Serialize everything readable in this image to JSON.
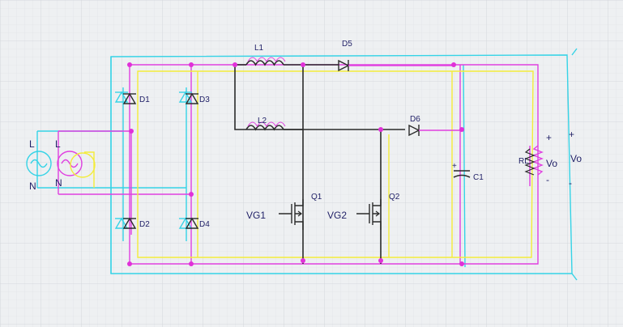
{
  "labels": {
    "L1": "L1",
    "L2": "L2",
    "D1": "D1",
    "D2": "D2",
    "D3": "D3",
    "D4": "D4",
    "D5": "D5",
    "D6": "D6",
    "Q1": "Q1",
    "Q2": "Q2",
    "VG1": "VG1",
    "VG2": "VG2",
    "C1": "C1",
    "RL": "RL",
    "Vo": "Vo",
    "Vo_outer": "Vo",
    "L_src": "L",
    "N_src": "N",
    "L_src_outer": "L",
    "N_src_outer": "N",
    "plus": "+",
    "minus": "-",
    "plus_outer": "+",
    "minus_outer": "-",
    "cap_plus": "+"
  },
  "colors": {
    "background": "#eef0f2",
    "grid": "#d5d8dc",
    "wire": "#2a2a2a",
    "magenta_trace": "#e040e0",
    "yellow_trace": "#f3ec3a",
    "cyan_trace": "#35d3e6",
    "label": "#1f1f66"
  }
}
